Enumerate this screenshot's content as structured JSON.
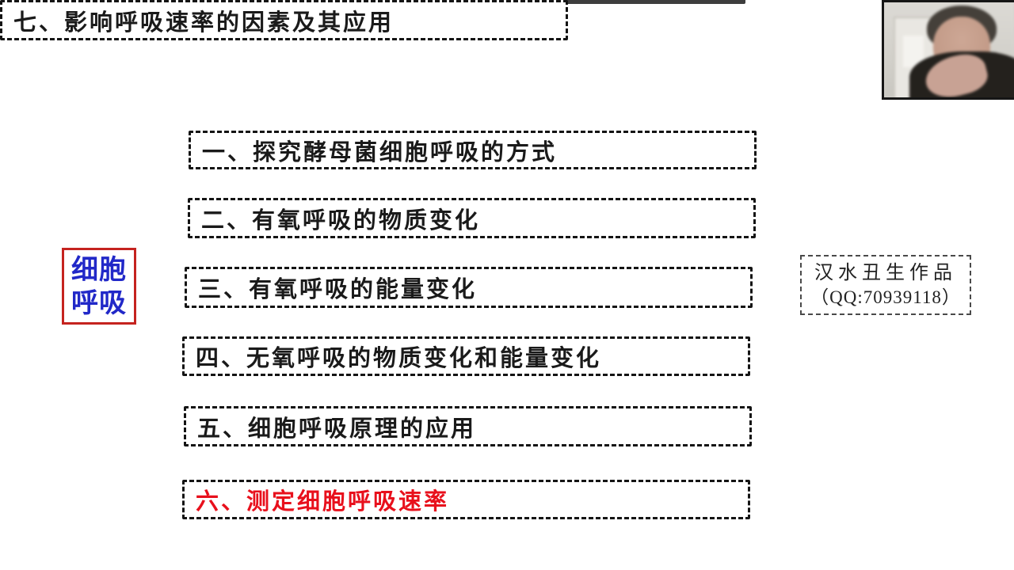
{
  "page": {
    "background_color": "#ffffff"
  },
  "top_bar": {
    "color": "#3d3d3d"
  },
  "left_badge": {
    "lines": [
      "细胞",
      "呼吸"
    ],
    "text_color": "#2128c8",
    "border_color": "#c5231f"
  },
  "menu": {
    "items": [
      {
        "label": "一、探究酵母菌细胞呼吸的方式",
        "color": "#1a1a1a",
        "highlighted": false
      },
      {
        "label": "二、有氧呼吸的物质变化",
        "color": "#1a1a1a",
        "highlighted": false
      },
      {
        "label": "三、有氧呼吸的能量变化",
        "color": "#1a1a1a",
        "highlighted": false
      },
      {
        "label": "四、无氧呼吸的物质变化和能量变化",
        "color": "#1a1a1a",
        "highlighted": false
      },
      {
        "label": "五、细胞呼吸原理的应用",
        "color": "#1a1a1a",
        "highlighted": false
      },
      {
        "label": "六、测定细胞呼吸速率",
        "color": "#e8101c",
        "highlighted": true
      },
      {
        "label": "七、影响呼吸速率的因素及其应用",
        "color": "#1a1a1a",
        "highlighted": false
      }
    ]
  },
  "attribution": {
    "line1": "汉水丑生作品",
    "line2": "（QQ:70939118）"
  },
  "webcam": {
    "label": "presenter-webcam"
  }
}
